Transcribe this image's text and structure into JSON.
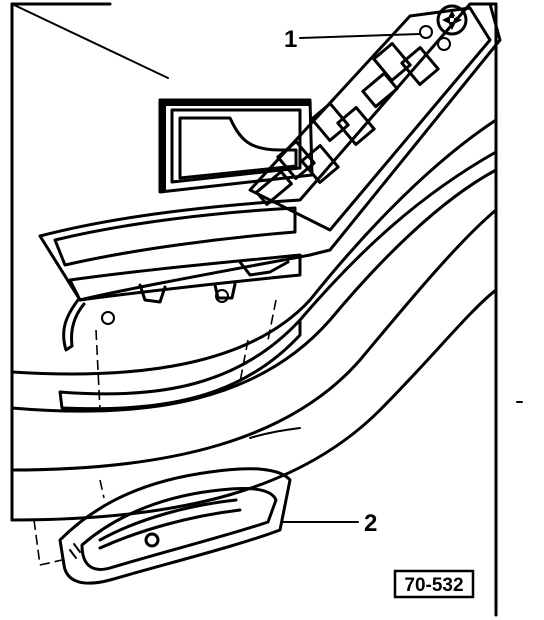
{
  "callouts": [
    {
      "number": "1"
    },
    {
      "number": "2"
    }
  ],
  "reference_code": "70-532"
}
